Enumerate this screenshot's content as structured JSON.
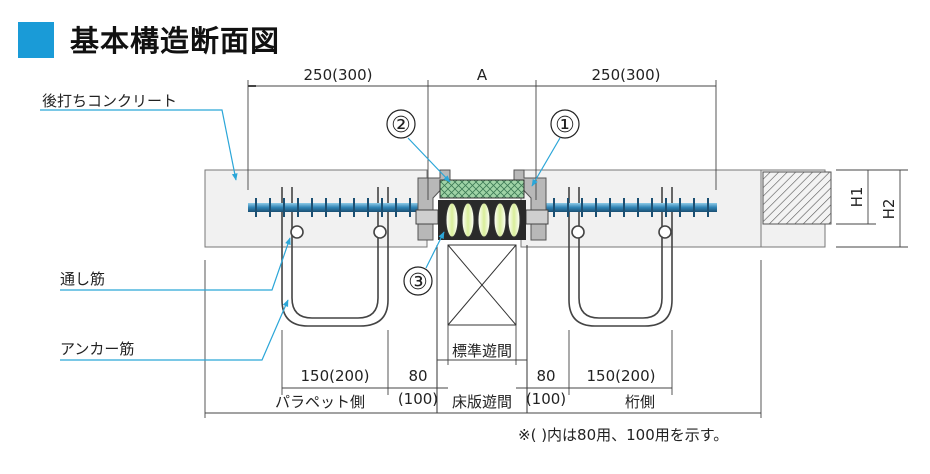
{
  "title": "基本構造断面図",
  "labels": {
    "concrete": "後打ちコンクリート",
    "through_rebar": "通し筋",
    "anchor_rebar": "アンカー筋"
  },
  "callouts": [
    "①",
    "②",
    "③"
  ],
  "dimensions": {
    "top_left": "250(300)",
    "top_center": "A",
    "top_right": "250(300)",
    "h1": "H1",
    "h2": "H2",
    "bottom_left_anchor": "150(200)",
    "bottom_left_gap": "80",
    "bottom_left_gap_alt": "(100)",
    "standard_gap": "標準遊間",
    "floor_gap": "床版遊間",
    "bottom_right_gap": "80",
    "bottom_right_gap_alt": "(100)",
    "bottom_right_anchor": "150(200)",
    "parapet_side": "パラペット側",
    "girder_side": "桁側"
  },
  "note": "※(  )内は80用、100用を示す。",
  "colors": {
    "accent": "#1a9bd7",
    "leader": "#2ba6d8",
    "seal_fill": "#9fd3a6",
    "rebar": "#2e6f96",
    "steel": "#b8b8b8"
  }
}
